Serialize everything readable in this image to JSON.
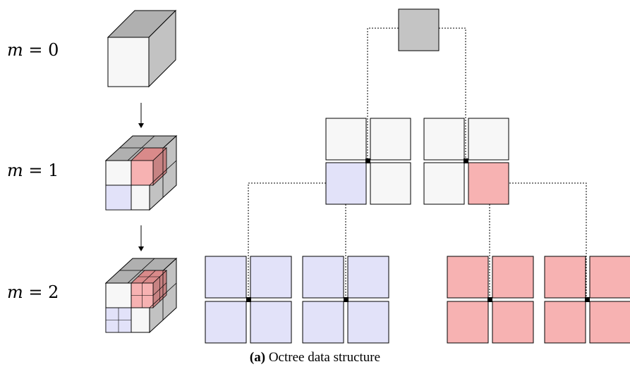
{
  "levels": [
    {
      "symbol": "m",
      "relation": "=",
      "value": "0"
    },
    {
      "symbol": "m",
      "relation": "=",
      "value": "1"
    },
    {
      "symbol": "m",
      "relation": "=",
      "value": "2"
    }
  ],
  "caption": {
    "tag": "(a)",
    "text": "Octree data structure"
  },
  "colors": {
    "root": "#c4c4c4",
    "node": "#f7f7f7",
    "blue": "#e2e2f9",
    "red": "#f7b2b2",
    "cube_side": "#c2c2c2",
    "cube_top": "#b0b0b0",
    "link": "#000000"
  }
}
